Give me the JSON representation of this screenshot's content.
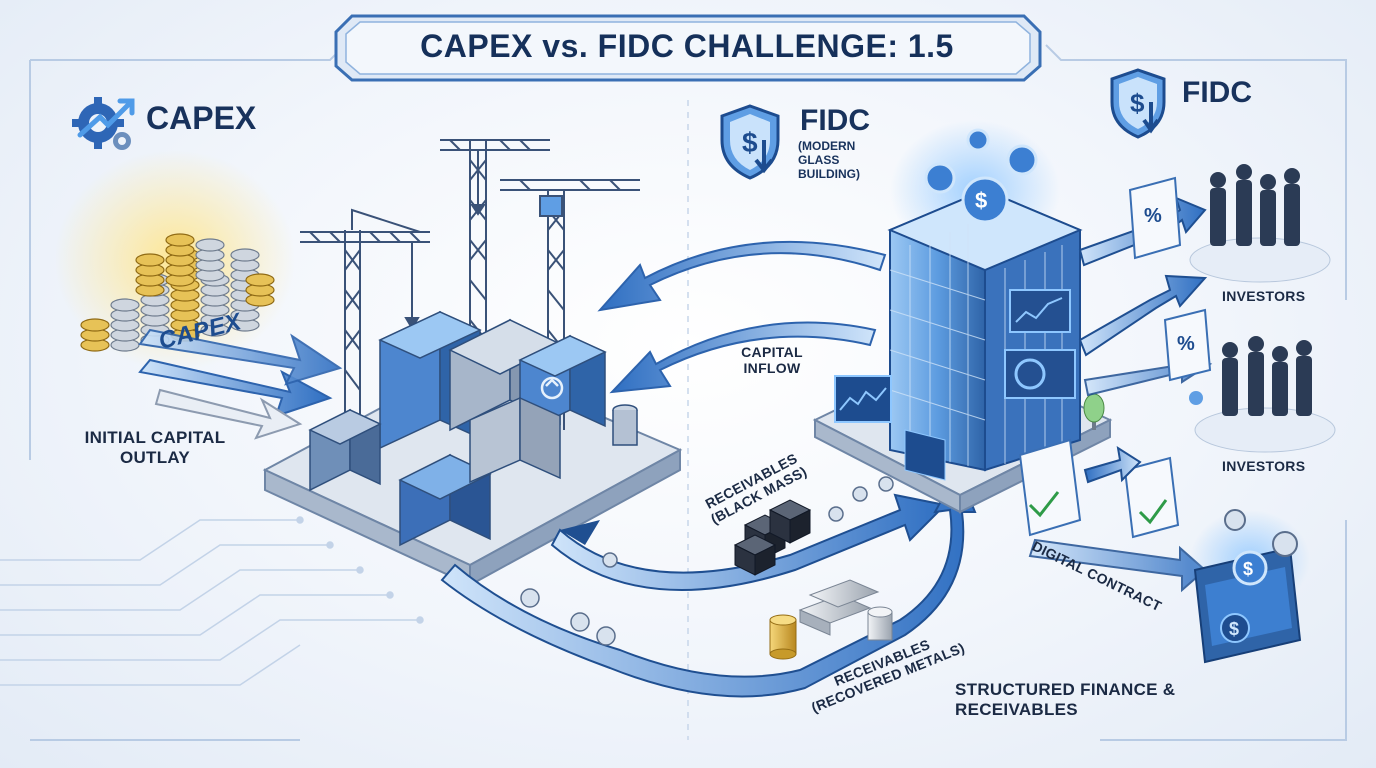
{
  "title": "CAPEX vs. FIDC CHALLENGE: 1.5",
  "left_header": {
    "label": "CAPEX",
    "icon": "gear-growth-icon"
  },
  "mid_header": {
    "label": "FIDC",
    "sublabel": "(MODERN GLASS BUILDING)",
    "icon": "shield-dollar-icon"
  },
  "right_header": {
    "label": "FIDC",
    "icon": "shield-dollar-icon"
  },
  "coin_stack_label": "CAPEX",
  "labels": {
    "initial_capital": "INITIAL CAPITAL OUTLAY",
    "capital_inflow": "CAPITAL INFLOW",
    "investors_top": "INVESTORS",
    "investors_bottom": "INVESTORS",
    "receivables_black_mass": "RECEIVABLES (BLACK MASS)",
    "digital_contract": "DIGITAL CONTRACT",
    "receivables_metals": "RECEIVABLES (RECOVERED METALS)",
    "structured_finance": "STRUCTURED FINANCE & RECEIVABLES"
  },
  "colors": {
    "primary": "#1f5fae",
    "accent": "#4f9be8",
    "light": "#a9cff5",
    "dark": "#15305a",
    "gold": "#e0b43a"
  }
}
